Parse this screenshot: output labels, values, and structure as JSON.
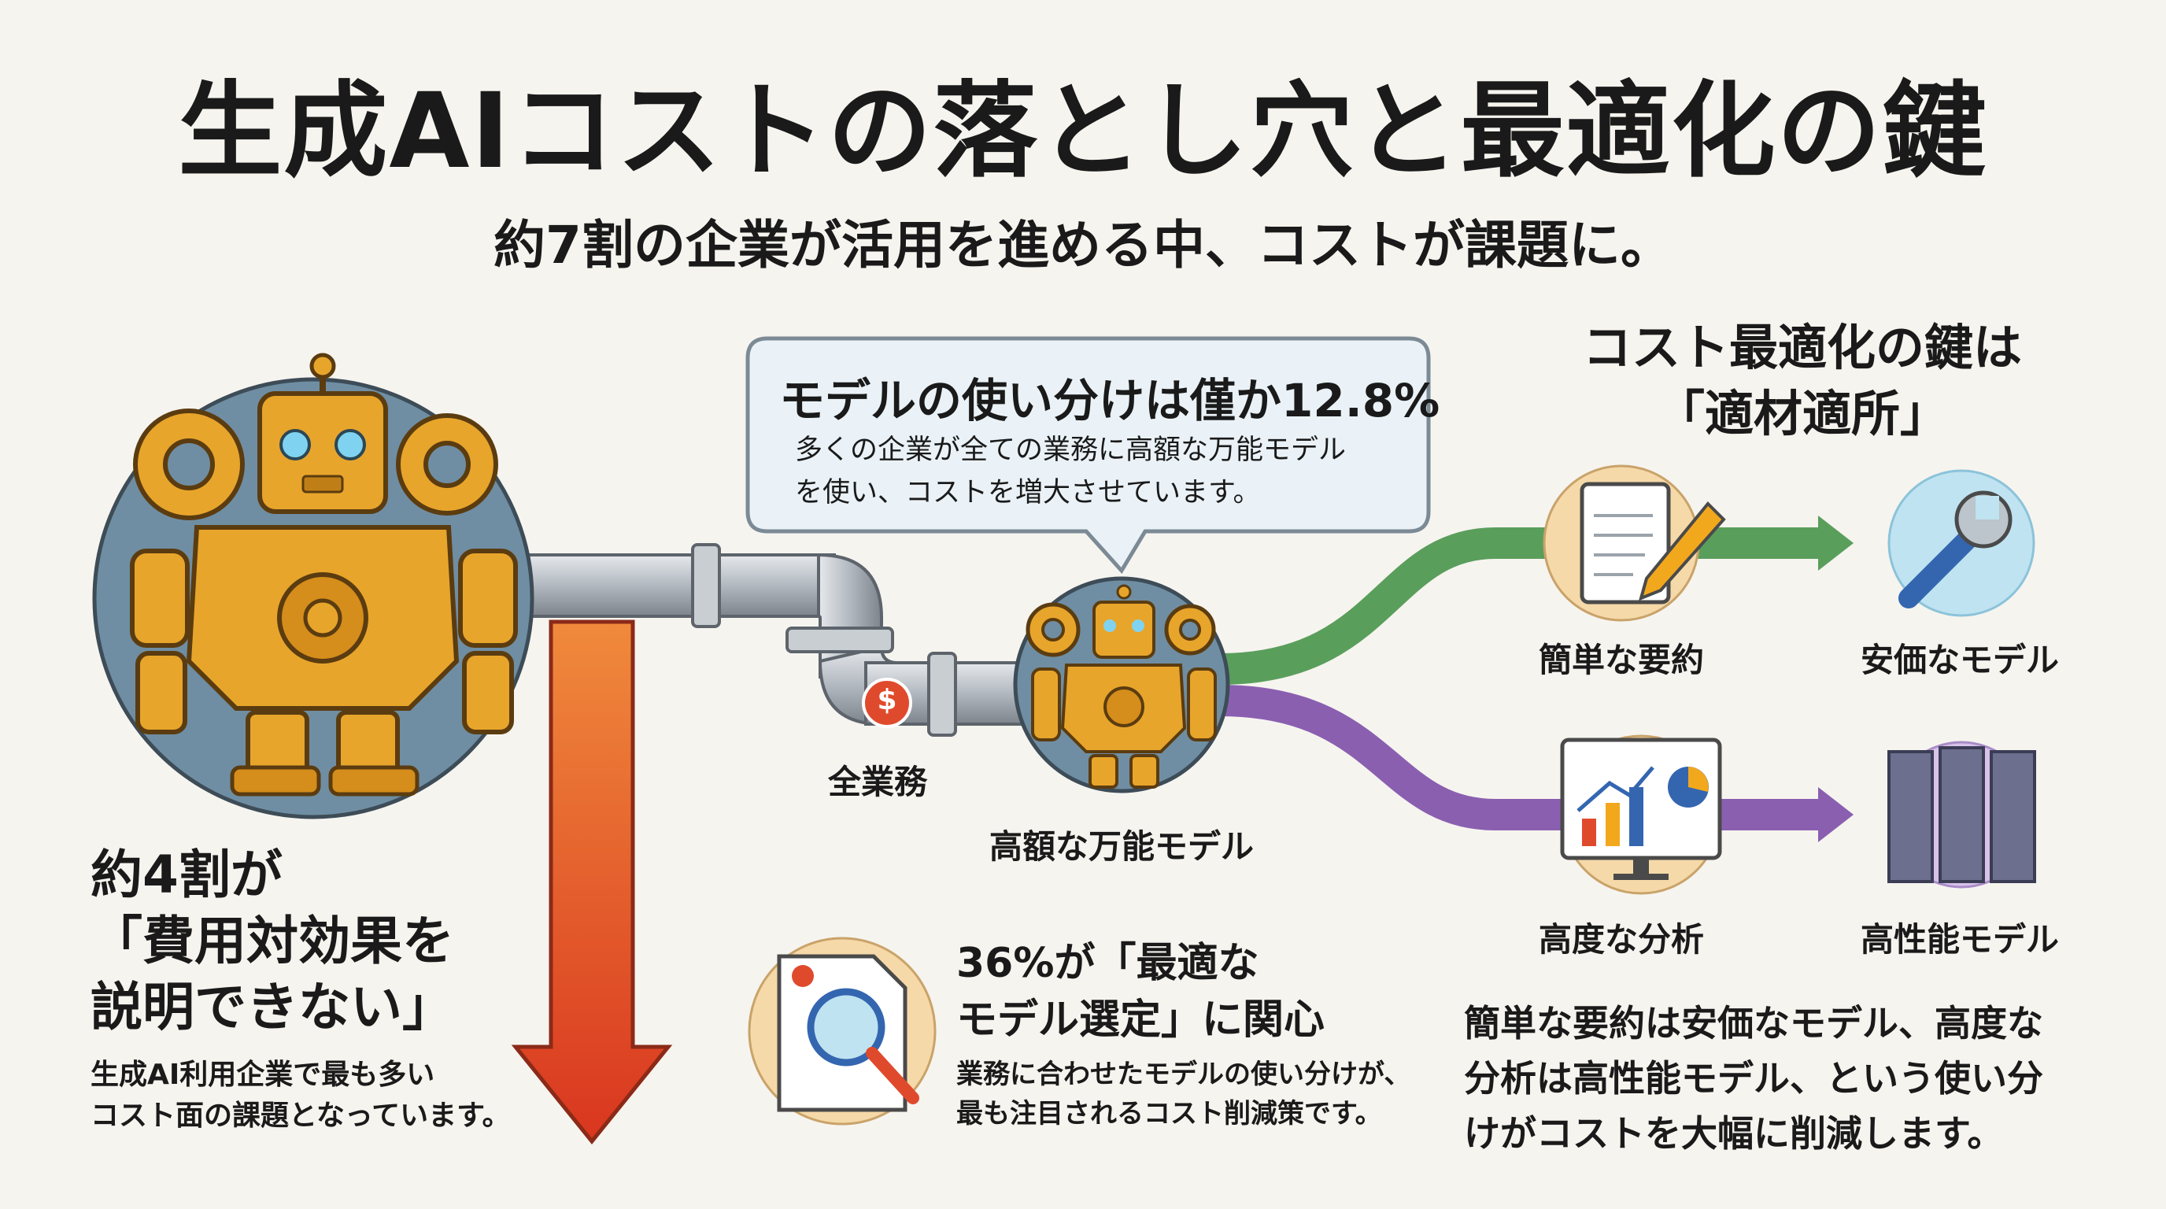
{
  "title": "生成AIコストの落とし穴と最適化の鍵",
  "subtitle": "約7割の企業が活用を進める中、コストが課題に。",
  "bubble": {
    "title": "モデルの使い分けは僅か12.8%",
    "body_line1": "多くの企業が全ての業務に高額な万能モデル",
    "body_line2": "を使い、コストを増大させています。"
  },
  "flow": {
    "all_tasks": "全業務",
    "expensive_model": "高額な万能モデル",
    "dollar": "$"
  },
  "stat_left": {
    "head_line1": "約4割が",
    "head_line2": "「費用対効果を",
    "head_line3": "説明できない」",
    "body_line1": "生成AI利用企業で最も多い",
    "body_line2": "コスト面の課題となっています。"
  },
  "stat_mid": {
    "head_line1": "36%が「最適な",
    "head_line2": "モデル選定」に関心",
    "body_line1": "業務に合わせたモデルの使い分けが、",
    "body_line2": "最も注目されるコスト削減策です。"
  },
  "key": {
    "head_line1": "コスト最適化の鍵は",
    "head_line2": "「適材適所」"
  },
  "routes": {
    "simple_summary": "簡単な要約",
    "cheap_model": "安価なモデル",
    "advanced_analysis": "高度な分析",
    "high_perf_model": "高性能モデル"
  },
  "right_body": {
    "line1": "簡単な要約は安価なモデル、高度な",
    "line2": "分析は高性能モデル、という使い分",
    "line3": "けがコストを大幅に削減します。"
  },
  "colors": {
    "robot_gold": "#e8a52b",
    "pipe_gray": "#a9afb6",
    "arrow_red": "#e0482c",
    "green_route": "#5a9e5c",
    "purple_route": "#8a5fb0"
  },
  "icons": [
    "gear-icon",
    "robot-icon",
    "dollar-icon",
    "notepad-icon",
    "pencil-icon",
    "wrench-icon",
    "monitor-chart-icon",
    "server-icon",
    "magnifier-icon",
    "document-icon"
  ]
}
